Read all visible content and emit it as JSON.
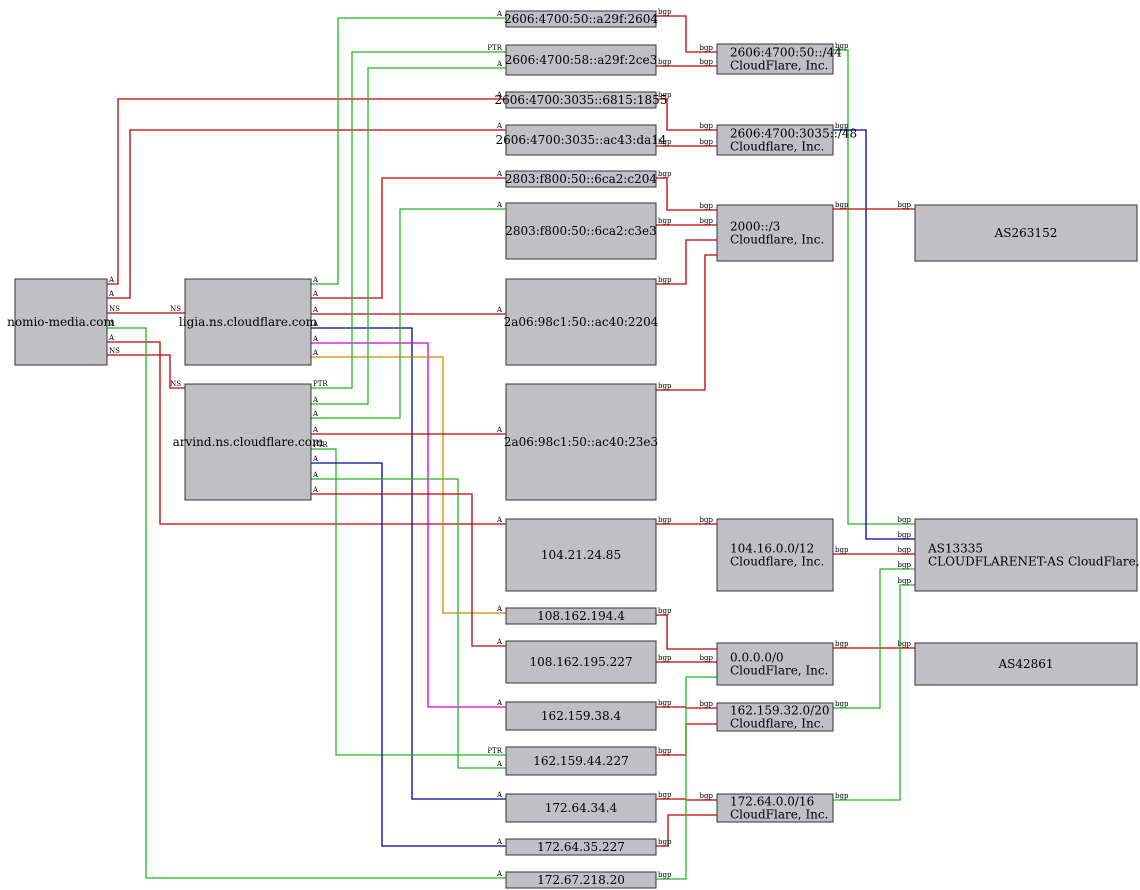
{
  "colors": {
    "node_fill": "#c0bfc4",
    "red": "#c00000",
    "green": "#22bb22",
    "blue": "#000099",
    "magenta": "#cc00cc",
    "orange": "#cc8800"
  },
  "nodes": [
    {
      "id": "nomio",
      "lines": [
        "nomio-media.com"
      ]
    },
    {
      "id": "ligia",
      "lines": [
        "ligia.ns.cloudflare.com"
      ]
    },
    {
      "id": "arvind",
      "lines": [
        "arvind.ns.cloudflare.com"
      ]
    },
    {
      "id": "ip6a",
      "lines": [
        "2606:4700:50::a29f:2604"
      ]
    },
    {
      "id": "ip6b",
      "lines": [
        "2606:4700:58::a29f:2ce3"
      ]
    },
    {
      "id": "ip6c",
      "lines": [
        "2606:4700:3035::6815:1855"
      ]
    },
    {
      "id": "ip6d",
      "lines": [
        "2606:4700:3035::ac43:da14"
      ]
    },
    {
      "id": "ip6e",
      "lines": [
        "2803:f800:50::6ca2:c204"
      ]
    },
    {
      "id": "ip6f",
      "lines": [
        "2803:f800:50::6ca2:c3e3"
      ]
    },
    {
      "id": "ip6g",
      "lines": [
        "2a06:98c1:50::ac40:2204"
      ]
    },
    {
      "id": "ip6h",
      "lines": [
        "2a06:98c1:50::ac40:23e3"
      ]
    },
    {
      "id": "ip4a",
      "lines": [
        "104.21.24.85"
      ]
    },
    {
      "id": "ip4b",
      "lines": [
        "108.162.194.4"
      ]
    },
    {
      "id": "ip4c",
      "lines": [
        "108.162.195.227"
      ]
    },
    {
      "id": "ip4d",
      "lines": [
        "162.159.38.4"
      ]
    },
    {
      "id": "ip4e",
      "lines": [
        "162.159.44.227"
      ]
    },
    {
      "id": "ip4f",
      "lines": [
        "172.64.34.4"
      ]
    },
    {
      "id": "ip4g",
      "lines": [
        "172.64.35.227"
      ]
    },
    {
      "id": "ip4h",
      "lines": [
        "172.67.218.20"
      ]
    },
    {
      "id": "pf1",
      "lines": [
        "2606:4700:50::/44",
        "CloudFlare, Inc."
      ]
    },
    {
      "id": "pf2",
      "lines": [
        "2606:4700:3035::/48",
        "Cloudflare, Inc."
      ]
    },
    {
      "id": "pf3",
      "lines": [
        "2000::/3",
        "Cloudflare, Inc."
      ]
    },
    {
      "id": "pf4",
      "lines": [
        "104.16.0.0/12",
        "Cloudflare, Inc."
      ]
    },
    {
      "id": "pf5",
      "lines": [
        "0.0.0.0/0",
        "CloudFlare, Inc."
      ]
    },
    {
      "id": "pf6",
      "lines": [
        "162.159.32.0/20",
        "Cloudflare, Inc."
      ]
    },
    {
      "id": "pf7",
      "lines": [
        "172.64.0.0/16",
        "CloudFlare, Inc."
      ]
    },
    {
      "id": "as1",
      "lines": [
        "AS263152"
      ]
    },
    {
      "id": "as2",
      "lines": [
        "AS13335",
        "CLOUDFLARENET-AS CloudFlare, Inc."
      ]
    },
    {
      "id": "as3",
      "lines": [
        "AS42861"
      ]
    }
  ],
  "edges": [
    {
      "from": "nomio",
      "to": "ip6c",
      "color": "red",
      "label": "A",
      "tail": "A"
    },
    {
      "from": "nomio",
      "to": "ip6d",
      "color": "red",
      "label": "A",
      "tail": "A"
    },
    {
      "from": "nomio",
      "to": "ligia",
      "color": "red",
      "label": "NS",
      "tail": "NS"
    },
    {
      "from": "nomio",
      "to": "arvind",
      "color": "red",
      "label": "NS",
      "tail": "NS"
    },
    {
      "from": "nomio",
      "to": "ip4a",
      "color": "red",
      "label": "A",
      "tail": "A"
    },
    {
      "from": "nomio",
      "to": "ip4h",
      "color": "green",
      "label": "A",
      "tail": "A"
    },
    {
      "from": "ligia",
      "to": "ip6a",
      "color": "green",
      "label": "A",
      "tail": "A"
    },
    {
      "from": "ligia",
      "to": "ip6e",
      "color": "red",
      "label": "A",
      "tail": "A"
    },
    {
      "from": "ligia",
      "to": "ip6g",
      "color": "red",
      "label": "A",
      "tail": "A"
    },
    {
      "from": "ligia",
      "to": "ip4f",
      "color": "blue",
      "label": "A",
      "tail": "A"
    },
    {
      "from": "ligia",
      "to": "ip4d",
      "color": "magenta",
      "label": "A",
      "tail": "A"
    },
    {
      "from": "ligia",
      "to": "ip4b",
      "color": "orange",
      "label": "A",
      "tail": "A"
    },
    {
      "from": "arvind",
      "to": "ip6b",
      "color": "green",
      "label": "PTR",
      "tail": "PTR"
    },
    {
      "from": "arvind",
      "to": "ip6b",
      "color": "green",
      "label": "A",
      "tail": "A"
    },
    {
      "from": "arvind",
      "to": "ip6f",
      "color": "green",
      "label": "A",
      "tail": "A"
    },
    {
      "from": "arvind",
      "to": "ip6h",
      "color": "red",
      "label": "A",
      "tail": "A"
    },
    {
      "from": "arvind",
      "to": "ip4e",
      "color": "green",
      "label": "PTR",
      "tail": "PTR"
    },
    {
      "from": "arvind",
      "to": "ip4g",
      "color": "blue",
      "label": "A",
      "tail": "A"
    },
    {
      "from": "arvind",
      "to": "ip4e",
      "color": "green",
      "label": "A",
      "tail": "A"
    },
    {
      "from": "arvind",
      "to": "ip4c",
      "color": "red",
      "label": "A",
      "tail": "A"
    },
    {
      "from": "ip6a",
      "to": "pf1",
      "color": "red",
      "label": "bgp",
      "tail": "bgp"
    },
    {
      "from": "ip6b",
      "to": "pf1",
      "color": "red",
      "label": "bgp",
      "tail": "bgp"
    },
    {
      "from": "ip6c",
      "to": "pf2",
      "color": "red",
      "label": "bgp",
      "tail": "bgp"
    },
    {
      "from": "ip6d",
      "to": "pf2",
      "color": "red",
      "label": "bgp",
      "tail": "bgp"
    },
    {
      "from": "ip6e",
      "to": "pf3",
      "color": "red",
      "label": "bgp",
      "tail": "bgp"
    },
    {
      "from": "ip6f",
      "to": "pf3",
      "color": "red",
      "label": "bgp",
      "tail": "bgp"
    },
    {
      "from": "ip6g",
      "to": "pf3",
      "color": "red",
      "label": "",
      "tail": "bgp"
    },
    {
      "from": "ip6h",
      "to": "pf3",
      "color": "red",
      "label": "",
      "tail": "bgp"
    },
    {
      "from": "ip4a",
      "to": "pf4",
      "color": "red",
      "label": "bgp",
      "tail": "bgp"
    },
    {
      "from": "ip4b",
      "to": "pf5",
      "color": "red",
      "label": "",
      "tail": "bgp"
    },
    {
      "from": "ip4c",
      "to": "pf5",
      "color": "red",
      "label": "bgp",
      "tail": "bgp"
    },
    {
      "from": "ip4d",
      "to": "pf6",
      "color": "red",
      "label": "bgp",
      "tail": "bgp"
    },
    {
      "from": "ip4e",
      "to": "pf6",
      "color": "red",
      "label": "",
      "tail": "bgp"
    },
    {
      "from": "ip4f",
      "to": "pf7",
      "color": "red",
      "label": "bgp",
      "tail": "bgp"
    },
    {
      "from": "ip4g",
      "to": "pf7",
      "color": "red",
      "label": "",
      "tail": "bgp"
    },
    {
      "from": "ip4h",
      "to": "pf5",
      "color": "green",
      "label": "",
      "tail": "bgp"
    },
    {
      "from": "pf1",
      "to": "as2",
      "color": "green",
      "label": "bgp",
      "tail": "bgp"
    },
    {
      "from": "pf2",
      "to": "as2",
      "color": "blue",
      "label": "bgp",
      "tail": "bgp"
    },
    {
      "from": "pf3",
      "to": "as1",
      "color": "red",
      "label": "bgp",
      "tail": "bgp"
    },
    {
      "from": "pf4",
      "to": "as2",
      "color": "red",
      "label": "bgp",
      "tail": "bgp"
    },
    {
      "from": "pf5",
      "to": "as3",
      "color": "red",
      "label": "bgp",
      "tail": "bgp"
    },
    {
      "from": "pf6",
      "to": "as2",
      "color": "green",
      "label": "bgp",
      "tail": "bgp"
    },
    {
      "from": "pf7",
      "to": "as2",
      "color": "green",
      "label": "bgp",
      "tail": "bgp"
    }
  ]
}
